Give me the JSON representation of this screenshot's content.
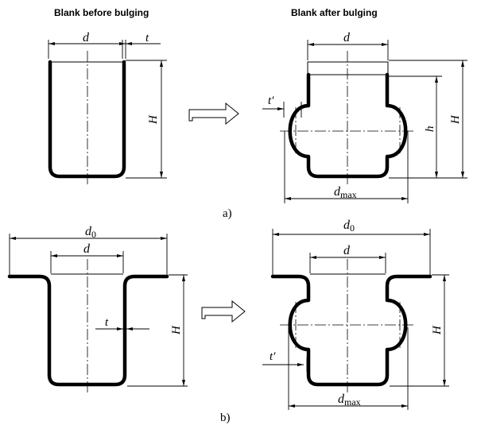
{
  "headers": {
    "before": "Blank before bulging",
    "after": "Blank after bulging"
  },
  "figure_a": {
    "caption": "a)",
    "before": {
      "diameter": "d",
      "thickness": "t",
      "height": "H"
    },
    "after": {
      "diameter": "d",
      "thickness": "t′",
      "bulge_height": "h",
      "height": "H",
      "max_diameter_base": "d",
      "max_diameter_sub": "max"
    }
  },
  "figure_b": {
    "caption": "b)",
    "before": {
      "flange_diameter_base": "d",
      "flange_diameter_sub": "0",
      "diameter": "d",
      "thickness": "t",
      "height": "H"
    },
    "after": {
      "flange_diameter_base": "d",
      "flange_diameter_sub": "0",
      "diameter": "d",
      "thickness": "t′",
      "height": "H",
      "max_diameter_base": "d",
      "max_diameter_sub": "max"
    }
  }
}
